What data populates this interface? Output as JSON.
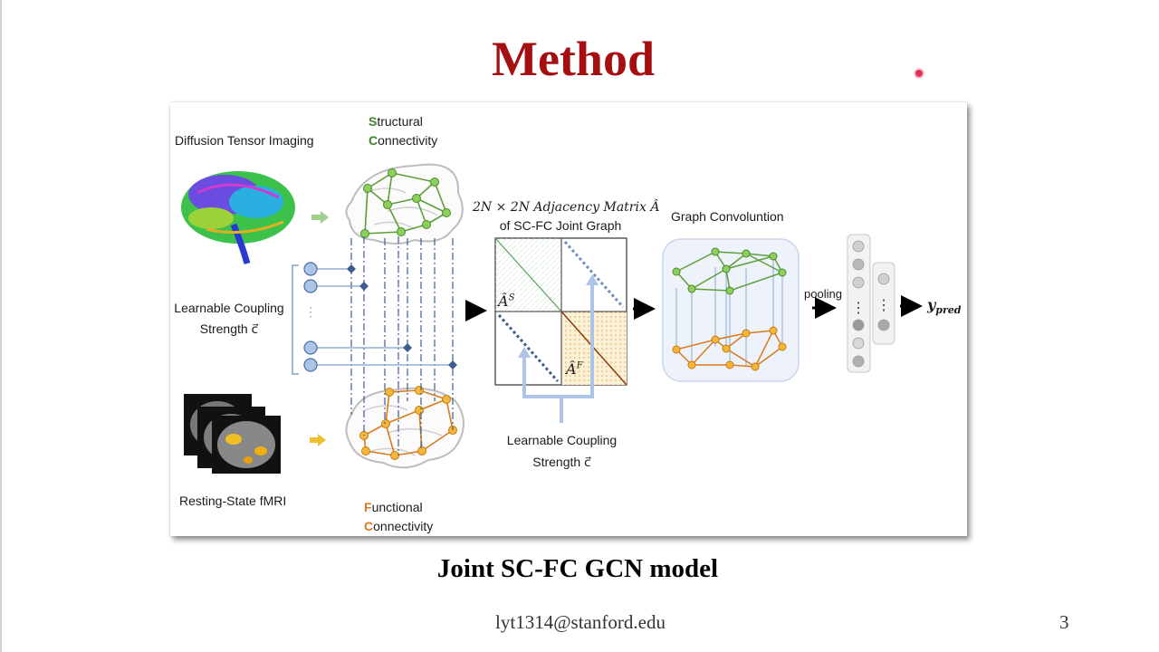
{
  "slide": {
    "title": "Method",
    "caption": "Joint SC-FC GCN model",
    "email": "lyt1314@stanford.edu",
    "page_number": "3"
  },
  "figure": {
    "dti_label": "Diffusion Tensor Imaging",
    "fmri_label": "Resting-State fMRI",
    "sc_label_first": "S",
    "sc_label_rest1": "tructural",
    "sc_label_first2": "C",
    "sc_label_rest2": "onnectivity",
    "fc_label_first": "F",
    "fc_label_rest1": "unctional",
    "fc_label_first2": "C",
    "fc_label_rest2": "onnectivity",
    "coupling_left_line1": "Learnable Coupling",
    "coupling_left_line2": "Strength c⃗",
    "matrix_title_line1": "2N × 2N Adjacency Matrix Â",
    "matrix_title_line2": "of SC-FC Joint Graph",
    "matrix_as": "Â",
    "matrix_as_sup": "S",
    "matrix_af": "Â",
    "matrix_af_sup": "F",
    "coupling_bottom_line1": "Learnable Coupling",
    "coupling_bottom_line2": "Strength c⃗",
    "gc_label": "Graph Convoluntion",
    "pooling_label": "pooling",
    "output_label": "y",
    "output_sub": "pred"
  },
  "colors": {
    "title": "#a50f12",
    "sc_green": "#5f9e3a",
    "fc_orange": "#e3962a",
    "coupling_blue": "#3d5c8f"
  }
}
